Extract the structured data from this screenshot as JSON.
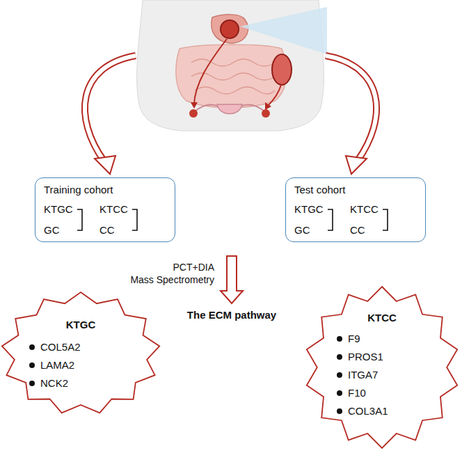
{
  "diagram": {
    "nodes": [
      {
        "text": [
          "Training cohort",
          "KTGC",
          "GC",
          "KTCC",
          "CC"
        ]
      },
      {
        "text": [
          "Test cohort",
          "KTGC",
          "GC",
          "KTCC",
          "CC"
        ]
      },
      {
        "text": [
          "KTGC",
          "COL5A2",
          "LAMA2",
          "NCK2"
        ]
      },
      {
        "text": [
          "KTCC",
          "F9",
          "PROS1",
          "ITGA7",
          "F10",
          "COL3A1"
        ]
      }
    ],
    "labels": [
      "PCT+DIA",
      "Mass Spectrometry",
      "The ECM pathway"
    ]
  }
}
